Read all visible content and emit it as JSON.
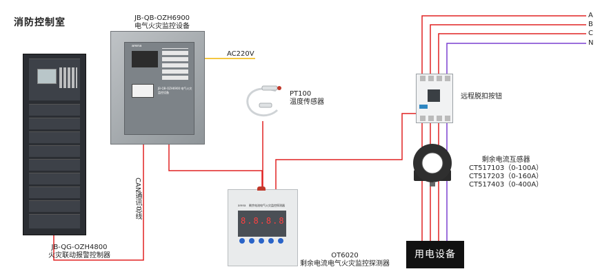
{
  "header": {
    "title": "消防控制室"
  },
  "monitor": {
    "model": "JB-QB-OZH6900",
    "name": "电气火灾监控设备",
    "brand": "arena",
    "plate": "JB-QB-OZH6900 电气火灾监控设备"
  },
  "power": {
    "label": "AC220V"
  },
  "sensor": {
    "model": "PT100",
    "name": "温度传感器"
  },
  "controller": {
    "model": "JB-QG-OZH4800",
    "name": "火灾联动报警控制器"
  },
  "bus": {
    "label": "CAN通讯总线"
  },
  "detector": {
    "model": "OT6020",
    "name": "剩余电流电气火灾监控探测器",
    "display": "8.8.8.8",
    "brand": "arena",
    "face_name": "剩余电流电气火灾监控探测器"
  },
  "breaker": {
    "label": "远程脱扣按钮"
  },
  "ct": {
    "title": "剩余电流互感器",
    "models": [
      "CT517103（0-100A）",
      "CT517203（0-160A）",
      "CT517403（0-400A）"
    ]
  },
  "phases": [
    "A",
    "B",
    "C",
    "N"
  ],
  "equipment": {
    "label": "用电设备"
  },
  "colors": {
    "wire_red": "#e02020",
    "wire_neutral": "#7a3fd0",
    "wire_power": "#f0b400",
    "bus": "#e02020"
  }
}
